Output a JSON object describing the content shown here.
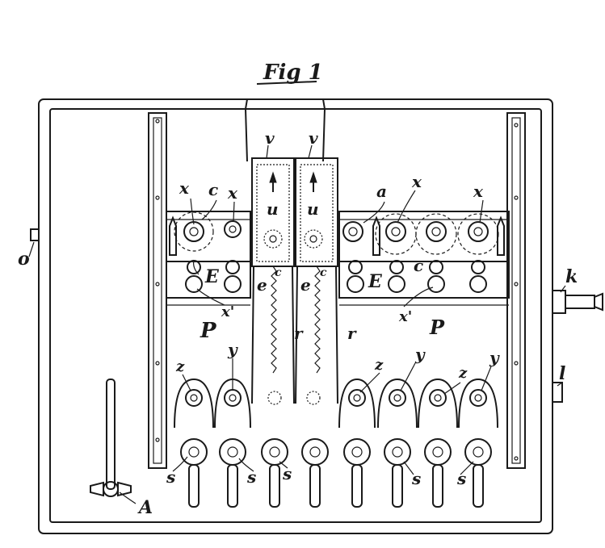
{
  "figure": {
    "title": "Fig 1"
  },
  "labels": {
    "v": "v",
    "u": "u",
    "a": "a",
    "x": "x",
    "c": "c",
    "e": "e",
    "E": "E",
    "x_prime": "x'",
    "P": "P",
    "r": "r",
    "z": "z",
    "y": "y",
    "s": "s",
    "o": "o",
    "k": "k",
    "l": "l",
    "A": "A"
  },
  "colors": {
    "ink": "#1a1a1a",
    "paper": "#ffffff"
  }
}
